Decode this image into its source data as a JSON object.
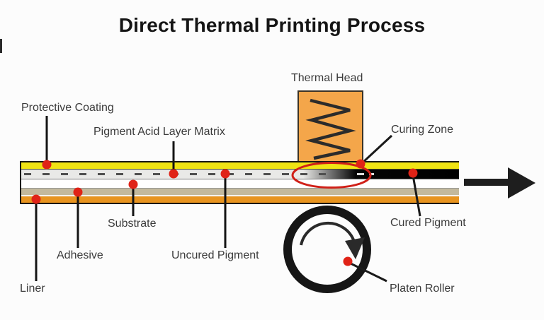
{
  "title": "Direct Thermal Printing Process",
  "labels": {
    "protective_coating": "Protective Coating",
    "pigment_acid_layer_matrix": "Pigment Acid Layer Matrix",
    "thermal_head": "Thermal Head",
    "curing_zone": "Curing Zone",
    "cured_pigment": "Cured Pigment",
    "substrate": "Substrate",
    "adhesive": "Adhesive",
    "uncured_pigment": "Uncured Pigment",
    "liner": "Liner",
    "platen_roller": "Platen Roller"
  },
  "layers": {
    "protective_coating_color": "#f0e414",
    "pigment_layer_light_color": "#e9e9e7",
    "cured_pigment_color": "#000000",
    "substrate_color": "#ffffff",
    "adhesive_color": "#c3b99d",
    "liner_color": "#e8941f"
  },
  "colors": {
    "thermal_head_fill": "#f4a64a",
    "marker_red": "#e02317",
    "curing_ellipse_red": "#d02018",
    "outline_black": "#141414",
    "label_text": "#3b3b3b",
    "title_text": "#151515",
    "background": "#fcfcfc"
  }
}
